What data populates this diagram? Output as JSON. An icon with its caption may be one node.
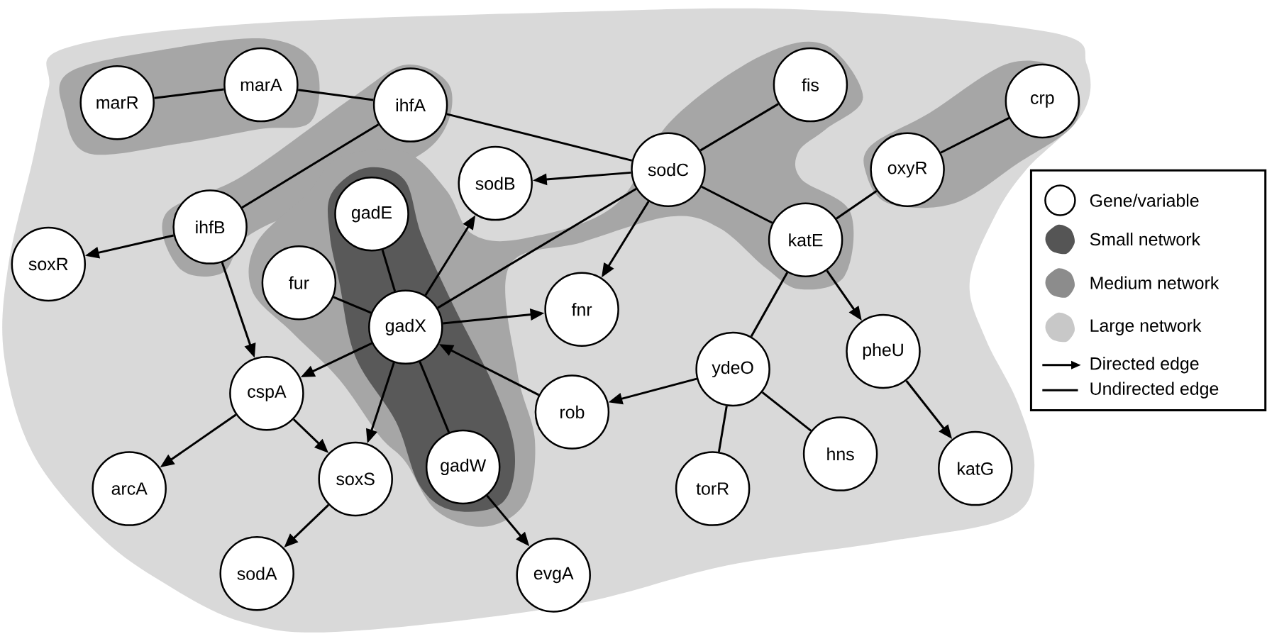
{
  "diagram": {
    "nodes": [
      {
        "text": [
          "marR"
        ]
      },
      {
        "text": [
          "marA"
        ]
      },
      {
        "text": [
          "ihfA"
        ]
      },
      {
        "text": [
          "fis"
        ]
      },
      {
        "text": [
          "crp"
        ]
      },
      {
        "text": [
          "sodC"
        ]
      },
      {
        "text": [
          "sodB"
        ]
      },
      {
        "text": [
          "oxyR"
        ]
      },
      {
        "text": [
          "gadE"
        ]
      },
      {
        "text": [
          "ihfB"
        ]
      },
      {
        "text": [
          "soxR"
        ]
      },
      {
        "text": [
          "katE"
        ]
      },
      {
        "text": [
          "fur"
        ]
      },
      {
        "text": [
          "gadX"
        ]
      },
      {
        "text": [
          "fnr"
        ]
      },
      {
        "text": [
          "ydeO"
        ]
      },
      {
        "text": [
          "pheU"
        ]
      },
      {
        "text": [
          "cspA"
        ]
      },
      {
        "text": [
          "rob"
        ]
      },
      {
        "text": [
          "hns"
        ]
      },
      {
        "text": [
          "gadW"
        ]
      },
      {
        "text": [
          "soxS"
        ]
      },
      {
        "text": [
          "arcA"
        ]
      },
      {
        "text": [
          "torR"
        ]
      },
      {
        "text": [
          "katG"
        ]
      },
      {
        "text": [
          "sodA"
        ]
      },
      {
        "text": [
          "evgA"
        ]
      }
    ],
    "edges": [
      {
        "from": 0,
        "to": 1,
        "arrow": "none"
      },
      {
        "from": 1,
        "to": 2,
        "arrow": "none"
      },
      {
        "from": 2,
        "to": 5,
        "arrow": "none"
      },
      {
        "from": 2,
        "to": 9,
        "arrow": "none"
      },
      {
        "from": 3,
        "to": 5,
        "arrow": "none"
      },
      {
        "from": 4,
        "to": 7,
        "arrow": "none"
      },
      {
        "from": 5,
        "to": 6,
        "arrow": "to"
      },
      {
        "from": 5,
        "to": 11,
        "arrow": "none"
      },
      {
        "from": 7,
        "to": 11,
        "arrow": "none"
      },
      {
        "from": 5,
        "to": 13,
        "arrow": "none"
      },
      {
        "from": 5,
        "to": 14,
        "arrow": "to"
      },
      {
        "from": 9,
        "to": 10,
        "arrow": "to"
      },
      {
        "from": 9,
        "to": 17,
        "arrow": "to"
      },
      {
        "from": 8,
        "to": 13,
        "arrow": "none"
      },
      {
        "from": 12,
        "to": 13,
        "arrow": "none"
      },
      {
        "from": 13,
        "to": 6,
        "arrow": "to"
      },
      {
        "from": 13,
        "to": 14,
        "arrow": "to"
      },
      {
        "from": 11,
        "to": 15,
        "arrow": "none"
      },
      {
        "from": 11,
        "to": 16,
        "arrow": "to"
      },
      {
        "from": 18,
        "to": 13,
        "arrow": "to"
      },
      {
        "from": 13,
        "to": 17,
        "arrow": "to"
      },
      {
        "from": 13,
        "to": 21,
        "arrow": "to"
      },
      {
        "from": 13,
        "to": 20,
        "arrow": "none"
      },
      {
        "from": 15,
        "to": 18,
        "arrow": "to"
      },
      {
        "from": 15,
        "to": 23,
        "arrow": "none"
      },
      {
        "from": 15,
        "to": 19,
        "arrow": "none"
      },
      {
        "from": 16,
        "to": 24,
        "arrow": "to"
      },
      {
        "from": 17,
        "to": 22,
        "arrow": "to"
      },
      {
        "from": 17,
        "to": 21,
        "arrow": "to"
      },
      {
        "from": 21,
        "to": 25,
        "arrow": "to"
      },
      {
        "from": 20,
        "to": 26,
        "arrow": "to"
      }
    ],
    "legend": [
      {
        "text": "Gene/variable"
      },
      {
        "text": "Small network",
        "color": "#555555"
      },
      {
        "text": "Medium network",
        "color": "#8c8c8c"
      },
      {
        "text": "Large network",
        "color": "#c8c8c8"
      },
      {
        "text": "Directed edge"
      },
      {
        "text": "Undirected edge"
      }
    ]
  }
}
